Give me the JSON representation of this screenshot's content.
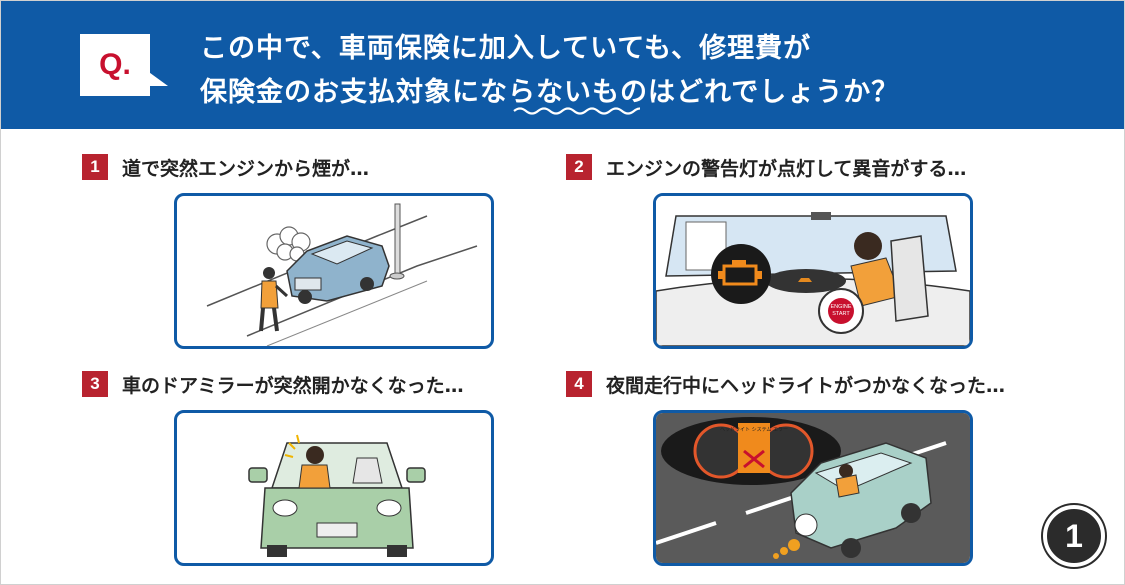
{
  "question": {
    "marker": "Q.",
    "line1": "この中で、車両保険に加入していても、修理費が",
    "line2": "保険金のお支払対象にならないものはどれでしょうか？"
  },
  "items": [
    {
      "number": "1",
      "title": "道で突然エンジンから煙が…"
    },
    {
      "number": "2",
      "title": "エンジンの警告灯が点灯して異音がする…"
    },
    {
      "number": "3",
      "title": "車のドアミラーが突然開かなくなった…"
    },
    {
      "number": "4",
      "title": "夜間走行中にヘッドライトがつかなくなった…"
    }
  ],
  "illustration_labels": {
    "engine_start": "ENGINE START",
    "headlight_warning": "ヘッドライト システム エラー"
  },
  "page_badge": "1",
  "colors": {
    "header_bg": "#0f5aa6",
    "marker_red": "#c8102e",
    "number_bg": "#b8232f",
    "card_border": "#0f5aa6"
  }
}
